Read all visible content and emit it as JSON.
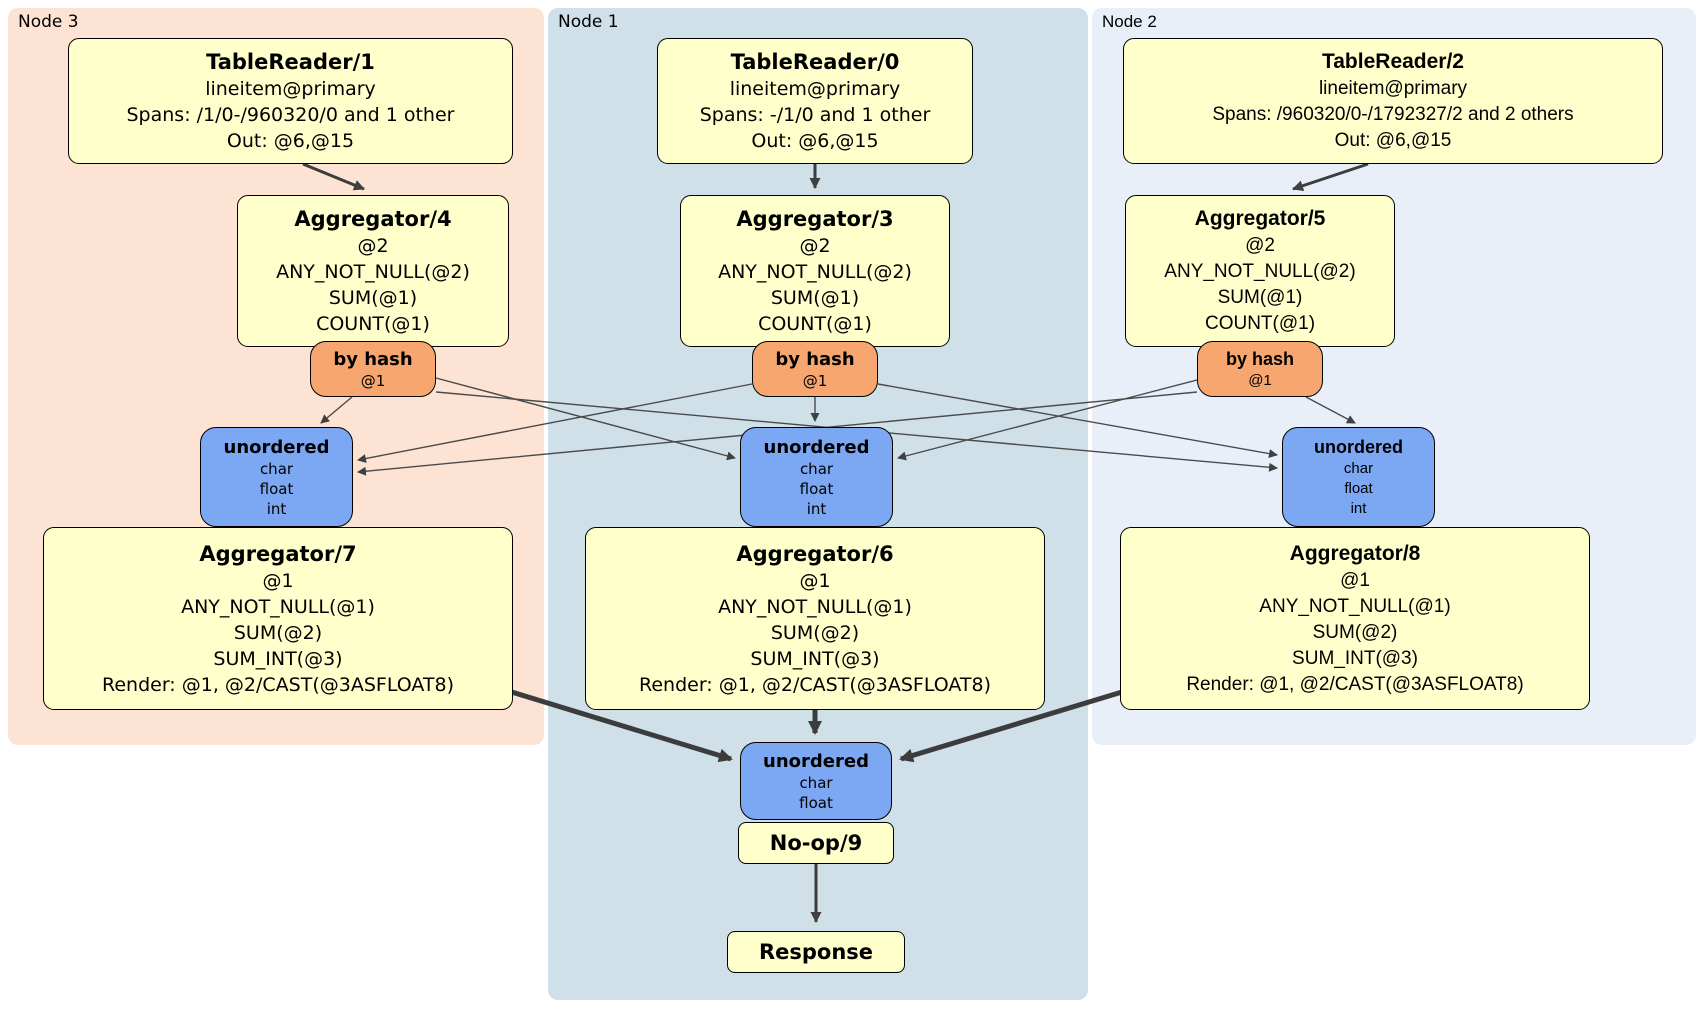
{
  "regions": {
    "node3": {
      "label": "Node 3"
    },
    "node1": {
      "label": "Node 1"
    },
    "node2": {
      "label": "Node 2"
    }
  },
  "colors": {
    "node3_bg": "#fce3d3",
    "node1_bg": "#cfe0e9",
    "node2_bg": "#e9eff9",
    "processor_bg": "#ffffcc",
    "router_bg": "#f6a66e",
    "sync_bg": "#7ca7f3",
    "edge": "#404040"
  },
  "node3": {
    "table_reader": {
      "title": "TableReader/1",
      "lines": [
        "lineitem@primary",
        "Spans: /1/0-/960320/0 and 1 other",
        "Out: @6,@15"
      ]
    },
    "aggregator": {
      "title": "Aggregator/4",
      "lines": [
        "@2",
        "ANY_NOT_NULL(@2)",
        "SUM(@1)",
        "COUNT(@1)"
      ]
    },
    "router": {
      "title": "by hash",
      "lines": [
        "@1"
      ]
    },
    "sync": {
      "title": "unordered",
      "lines": [
        "char",
        "float",
        "int"
      ]
    },
    "final_aggregator": {
      "title": "Aggregator/7",
      "lines": [
        "@1",
        "ANY_NOT_NULL(@1)",
        "SUM(@2)",
        "SUM_INT(@3)",
        "Render: @1, @2/CAST(@3ASFLOAT8)"
      ]
    }
  },
  "node1": {
    "table_reader": {
      "title": "TableReader/0",
      "lines": [
        "lineitem@primary",
        "Spans: -/1/0 and 1 other",
        "Out: @6,@15"
      ]
    },
    "aggregator": {
      "title": "Aggregator/3",
      "lines": [
        "@2",
        "ANY_NOT_NULL(@2)",
        "SUM(@1)",
        "COUNT(@1)"
      ]
    },
    "router": {
      "title": "by hash",
      "lines": [
        "@1"
      ]
    },
    "sync": {
      "title": "unordered",
      "lines": [
        "char",
        "float",
        "int"
      ]
    },
    "final_aggregator": {
      "title": "Aggregator/6",
      "lines": [
        "@1",
        "ANY_NOT_NULL(@1)",
        "SUM(@2)",
        "SUM_INT(@3)",
        "Render: @1, @2/CAST(@3ASFLOAT8)"
      ]
    },
    "final_sync": {
      "title": "unordered",
      "lines": [
        "char",
        "float"
      ]
    },
    "noop": {
      "title": "No-op/9"
    },
    "response": {
      "title": "Response"
    }
  },
  "node2": {
    "table_reader": {
      "title": "TableReader/2",
      "lines": [
        "lineitem@primary",
        "Spans: /960320/0-/1792327/2 and 2 others",
        "Out: @6,@15"
      ]
    },
    "aggregator": {
      "title": "Aggregator/5",
      "lines": [
        "@2",
        "ANY_NOT_NULL(@2)",
        "SUM(@1)",
        "COUNT(@1)"
      ]
    },
    "router": {
      "title": "by hash",
      "lines": [
        "@1"
      ]
    },
    "sync": {
      "title": "unordered",
      "lines": [
        "char",
        "float",
        "int"
      ]
    },
    "final_aggregator": {
      "title": "Aggregator/8",
      "lines": [
        "@1",
        "ANY_NOT_NULL(@1)",
        "SUM(@2)",
        "SUM_INT(@3)",
        "Render: @1, @2/CAST(@3ASFLOAT8)"
      ]
    }
  }
}
